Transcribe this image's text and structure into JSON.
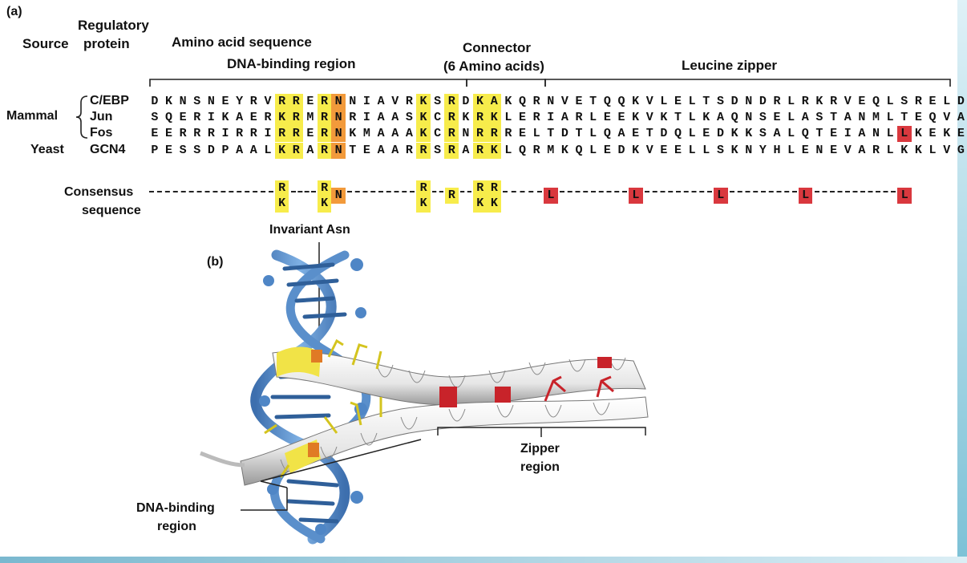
{
  "panel_a_label": "(a)",
  "panel_b_label": "(b)",
  "headers": {
    "source": "Source",
    "regulatory_protein": "Regulatory\nprotein",
    "regulatory_line1": "Regulatory",
    "regulatory_line2": "protein",
    "amino_acid_sequence": "Amino acid sequence",
    "dna_binding_region": "DNA-binding region",
    "connector_line1": "Connector",
    "connector_line2": "(6 Amino acids)",
    "leucine_zipper": "Leucine zipper"
  },
  "sources": {
    "mammal": "Mammal",
    "yeast": "Yeast"
  },
  "sequences": [
    {
      "protein": "C/EBP",
      "seq": "DKNSNEYRVRRERNNIAVRKSRDKAKQRNVETQQKVLELTSDNDRLRKRVEQLSRELDTLRG-"
    },
    {
      "protein": "Jun",
      "seq": "SQERIKAERKRMRNRIAASKCRKRKLERIARLEEKVKTLKAQNSELASTANMLTEQVAQLKQ-"
    },
    {
      "protein": "Fos",
      "seq": "EERRRIRRIRRERNKMAAAKCRNRRRELTDTLQAETDQLEDKKSALQTEIANLLKEKEKLEF-"
    },
    {
      "protein": "GCN4",
      "seq": "PESSDPAALKRARNTEAARRSRARKLQRMKQLEDKVEELLSKNYHLENEVARLKKLVGER"
    }
  ],
  "consensus": {
    "label_line1": "Consensus",
    "label_line2": "sequence",
    "entries": [
      {
        "top": "R",
        "bottom": "K"
      },
      {
        "top": "R",
        "bottom": "K"
      },
      {
        "single": "N"
      },
      {
        "top": "R",
        "bottom": "K"
      },
      {
        "single": "R"
      },
      {
        "top": "R",
        "bottom": "K"
      },
      {
        "top": "R",
        "bottom": "K"
      },
      {
        "single": "L"
      },
      {
        "single": "L"
      },
      {
        "single": "L"
      },
      {
        "single": "L"
      },
      {
        "single": "L"
      }
    ]
  },
  "annotations": {
    "invariant_asn": "Invariant Asn",
    "zipper_line1": "Zipper",
    "zipper_line2": "region",
    "dna_binding_line1": "DNA-binding",
    "dna_binding_line2": "region"
  },
  "colors": {
    "basic_highlight": "#f7ec4b",
    "asn_highlight": "#f29a3b",
    "leucine_highlight": "#d9383e",
    "dna_helix": "#4f86c6",
    "protein_helix": "#ffffff"
  }
}
